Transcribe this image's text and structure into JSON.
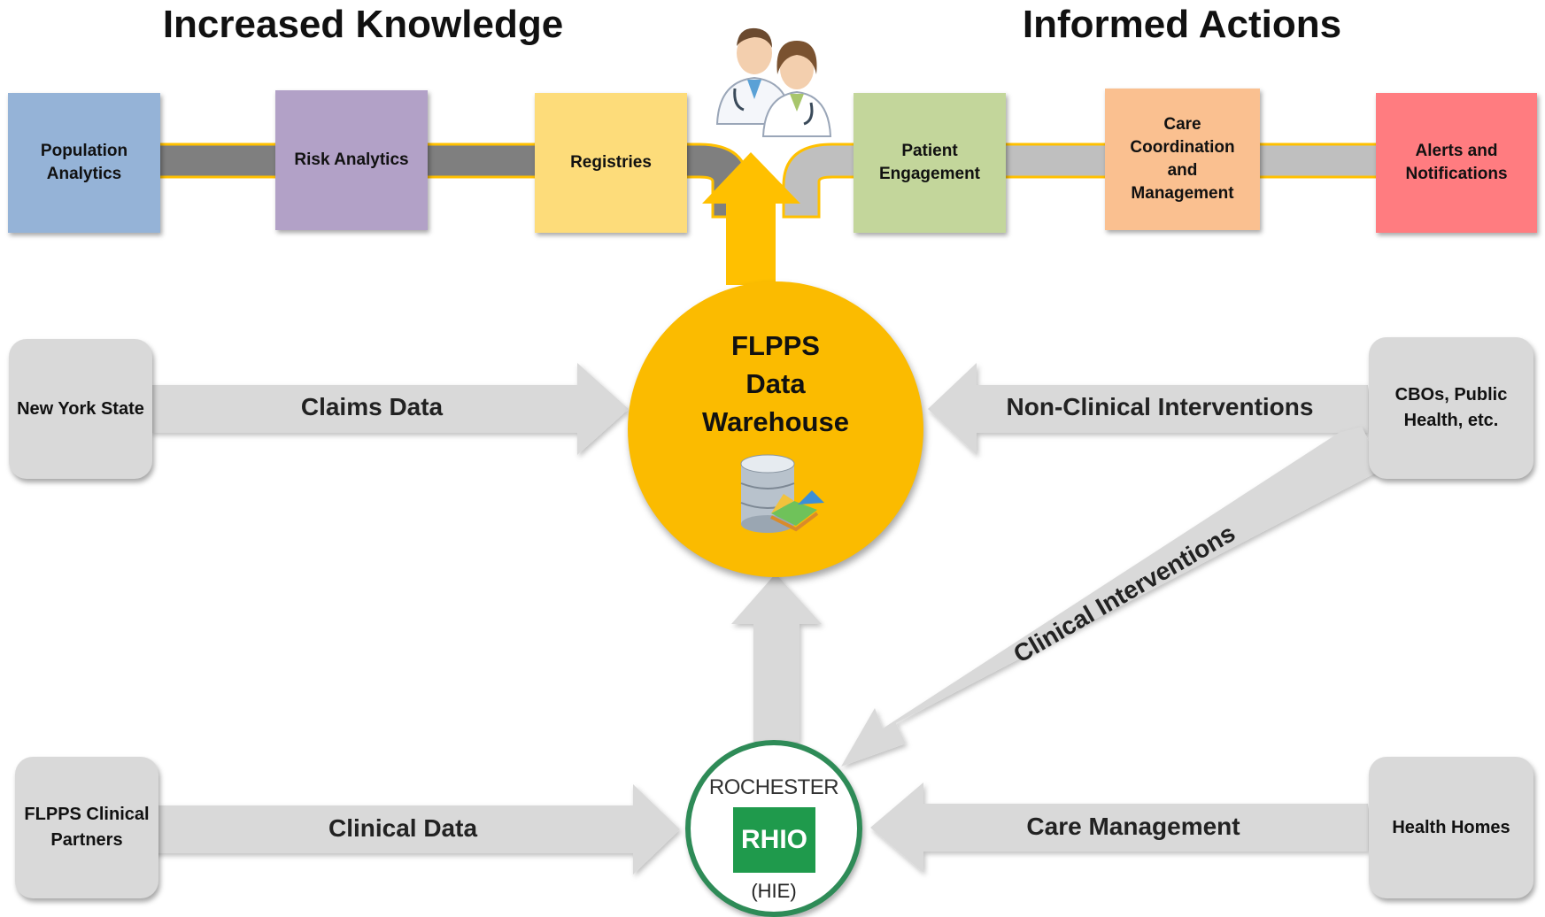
{
  "headings": {
    "left": "Increased Knowledge",
    "right": "Informed Actions"
  },
  "pipeline": {
    "knowledge_tiles": [
      {
        "label": "Population Analytics",
        "color": "#95b3d7"
      },
      {
        "label": "Risk Analytics",
        "color": "#b2a1c7"
      },
      {
        "label": "Registries",
        "color": "#fddc7a"
      }
    ],
    "action_tiles": [
      {
        "label": "Patient Engagement",
        "color": "#c3d69b"
      },
      {
        "label": "Care Coordination and Management",
        "color": "#fac090"
      },
      {
        "label": "Alerts and Notifications",
        "color": "#ff7c80"
      }
    ],
    "left_track_color": "#7f7f7f",
    "right_track_color": "#bfbfbf",
    "track_edge_color": "#ffc000",
    "up_arrow_color": "#ffc000"
  },
  "hub": {
    "title_lines": [
      "FLPPS",
      "Data",
      "Warehouse"
    ],
    "color": "#fbbb00",
    "icon": "database-chart-icon"
  },
  "sources": {
    "new_york_state": "New York State",
    "cbos": "CBOs, Public Health, etc.",
    "clinical_partners": "FLPPS Clinical Partners",
    "health_homes": "Health Homes"
  },
  "flows": {
    "claims": "Claims Data",
    "non_clinical": "Non-Clinical Interventions",
    "clinical_interventions": "Clinical Interventions",
    "clinical_data": "Clinical Data",
    "care_management": "Care Management"
  },
  "rhio": {
    "top": "ROCHESTER",
    "box": "RHIO",
    "sub": "(HIE)",
    "ring_color": "#2e8b57",
    "box_color": "#1f9a4c"
  },
  "clinicians_icon": "doctors-icon"
}
